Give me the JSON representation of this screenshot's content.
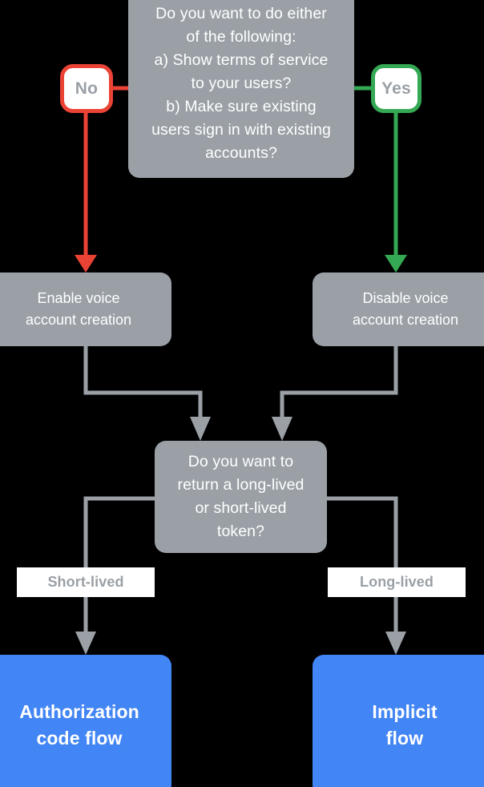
{
  "diagram": {
    "title": "Account linking flow selection",
    "background": "#000000",
    "colors": {
      "box_gray": "#9AA0A6",
      "terminal_blue": "#4285F4",
      "no_red": "#EA4335",
      "yes_green": "#34A853",
      "connector_gray": "#9AA0A6",
      "label_text": "#9AA0A6",
      "box_text": "#FFFFFF"
    }
  },
  "nodes": {
    "decision_terms": {
      "text": "Do you want to do either\nof the following:\na) Show terms of service\nto your users?\nb) Make sure existing\nusers sign in with existing\naccounts?"
    },
    "badge_no": {
      "label": "No"
    },
    "badge_yes": {
      "label": "Yes"
    },
    "proc_enable": {
      "text": "Enable voice\naccount creation"
    },
    "proc_disable": {
      "text": "Disable voice\naccount creation"
    },
    "decision_token": {
      "text": "Do you want to\nreturn a long-lived\nor short-lived\ntoken?"
    },
    "label_short": {
      "label": "Short-lived"
    },
    "label_long": {
      "label": "Long-lived"
    },
    "flow_auth": {
      "text": "Authorization\ncode flow"
    },
    "flow_implicit": {
      "text": "Implicit\nflow"
    }
  },
  "edges": [
    {
      "from": "badge_no",
      "to": "proc_enable",
      "label": "No",
      "color": "#EA4335"
    },
    {
      "from": "badge_yes",
      "to": "proc_disable",
      "label": "Yes",
      "color": "#34A853"
    },
    {
      "from": "proc_enable",
      "to": "decision_token",
      "label": "",
      "color": "#9AA0A6"
    },
    {
      "from": "proc_disable",
      "to": "decision_token",
      "label": "",
      "color": "#9AA0A6"
    },
    {
      "from": "decision_token",
      "to": "flow_auth",
      "label": "Short-lived",
      "color": "#9AA0A6"
    },
    {
      "from": "decision_token",
      "to": "flow_implicit",
      "label": "Long-lived",
      "color": "#9AA0A6"
    }
  ]
}
